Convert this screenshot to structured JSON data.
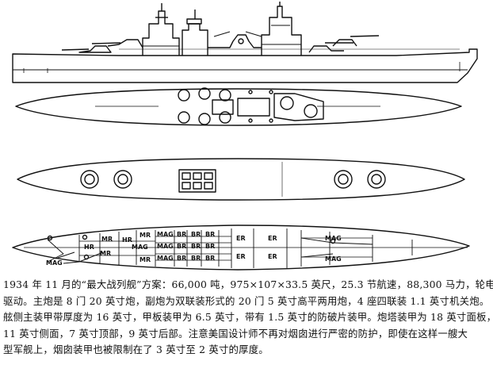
{
  "figure": {
    "deck_labels": {
      "mag": "MAG",
      "br": "BR",
      "mr": "MR",
      "er": "ER",
      "hr": "HR"
    }
  },
  "caption": {
    "lines": [
      "1934 年 11 月的“最大战列舰”方案：66,000 吨，975×107×33.5 英尺，25.3 节航速，88,300 马力，轮电",
      "驱动。主炮是 8 门 20 英寸炮，副炮为双联装形式的 20 门 5 英寸高平两用炮，4 座四联装 1.1 英寸机关炮。",
      "舷侧主装甲带厚度为 16 英寸，甲板装甲为 6.5 英寸，带有 1.5 英寸的防破片装甲。炮塔装甲为 18 英寸面板，",
      "11 英寸侧面，7 英寸顶部，9 英寸后部。注意美国设计师不再对烟囱进行严密的防护，即使在这样一艘大",
      "型军舰上，烟囱装甲也被限制在了 3 英寸至 2 英寸的厚度。"
    ]
  }
}
